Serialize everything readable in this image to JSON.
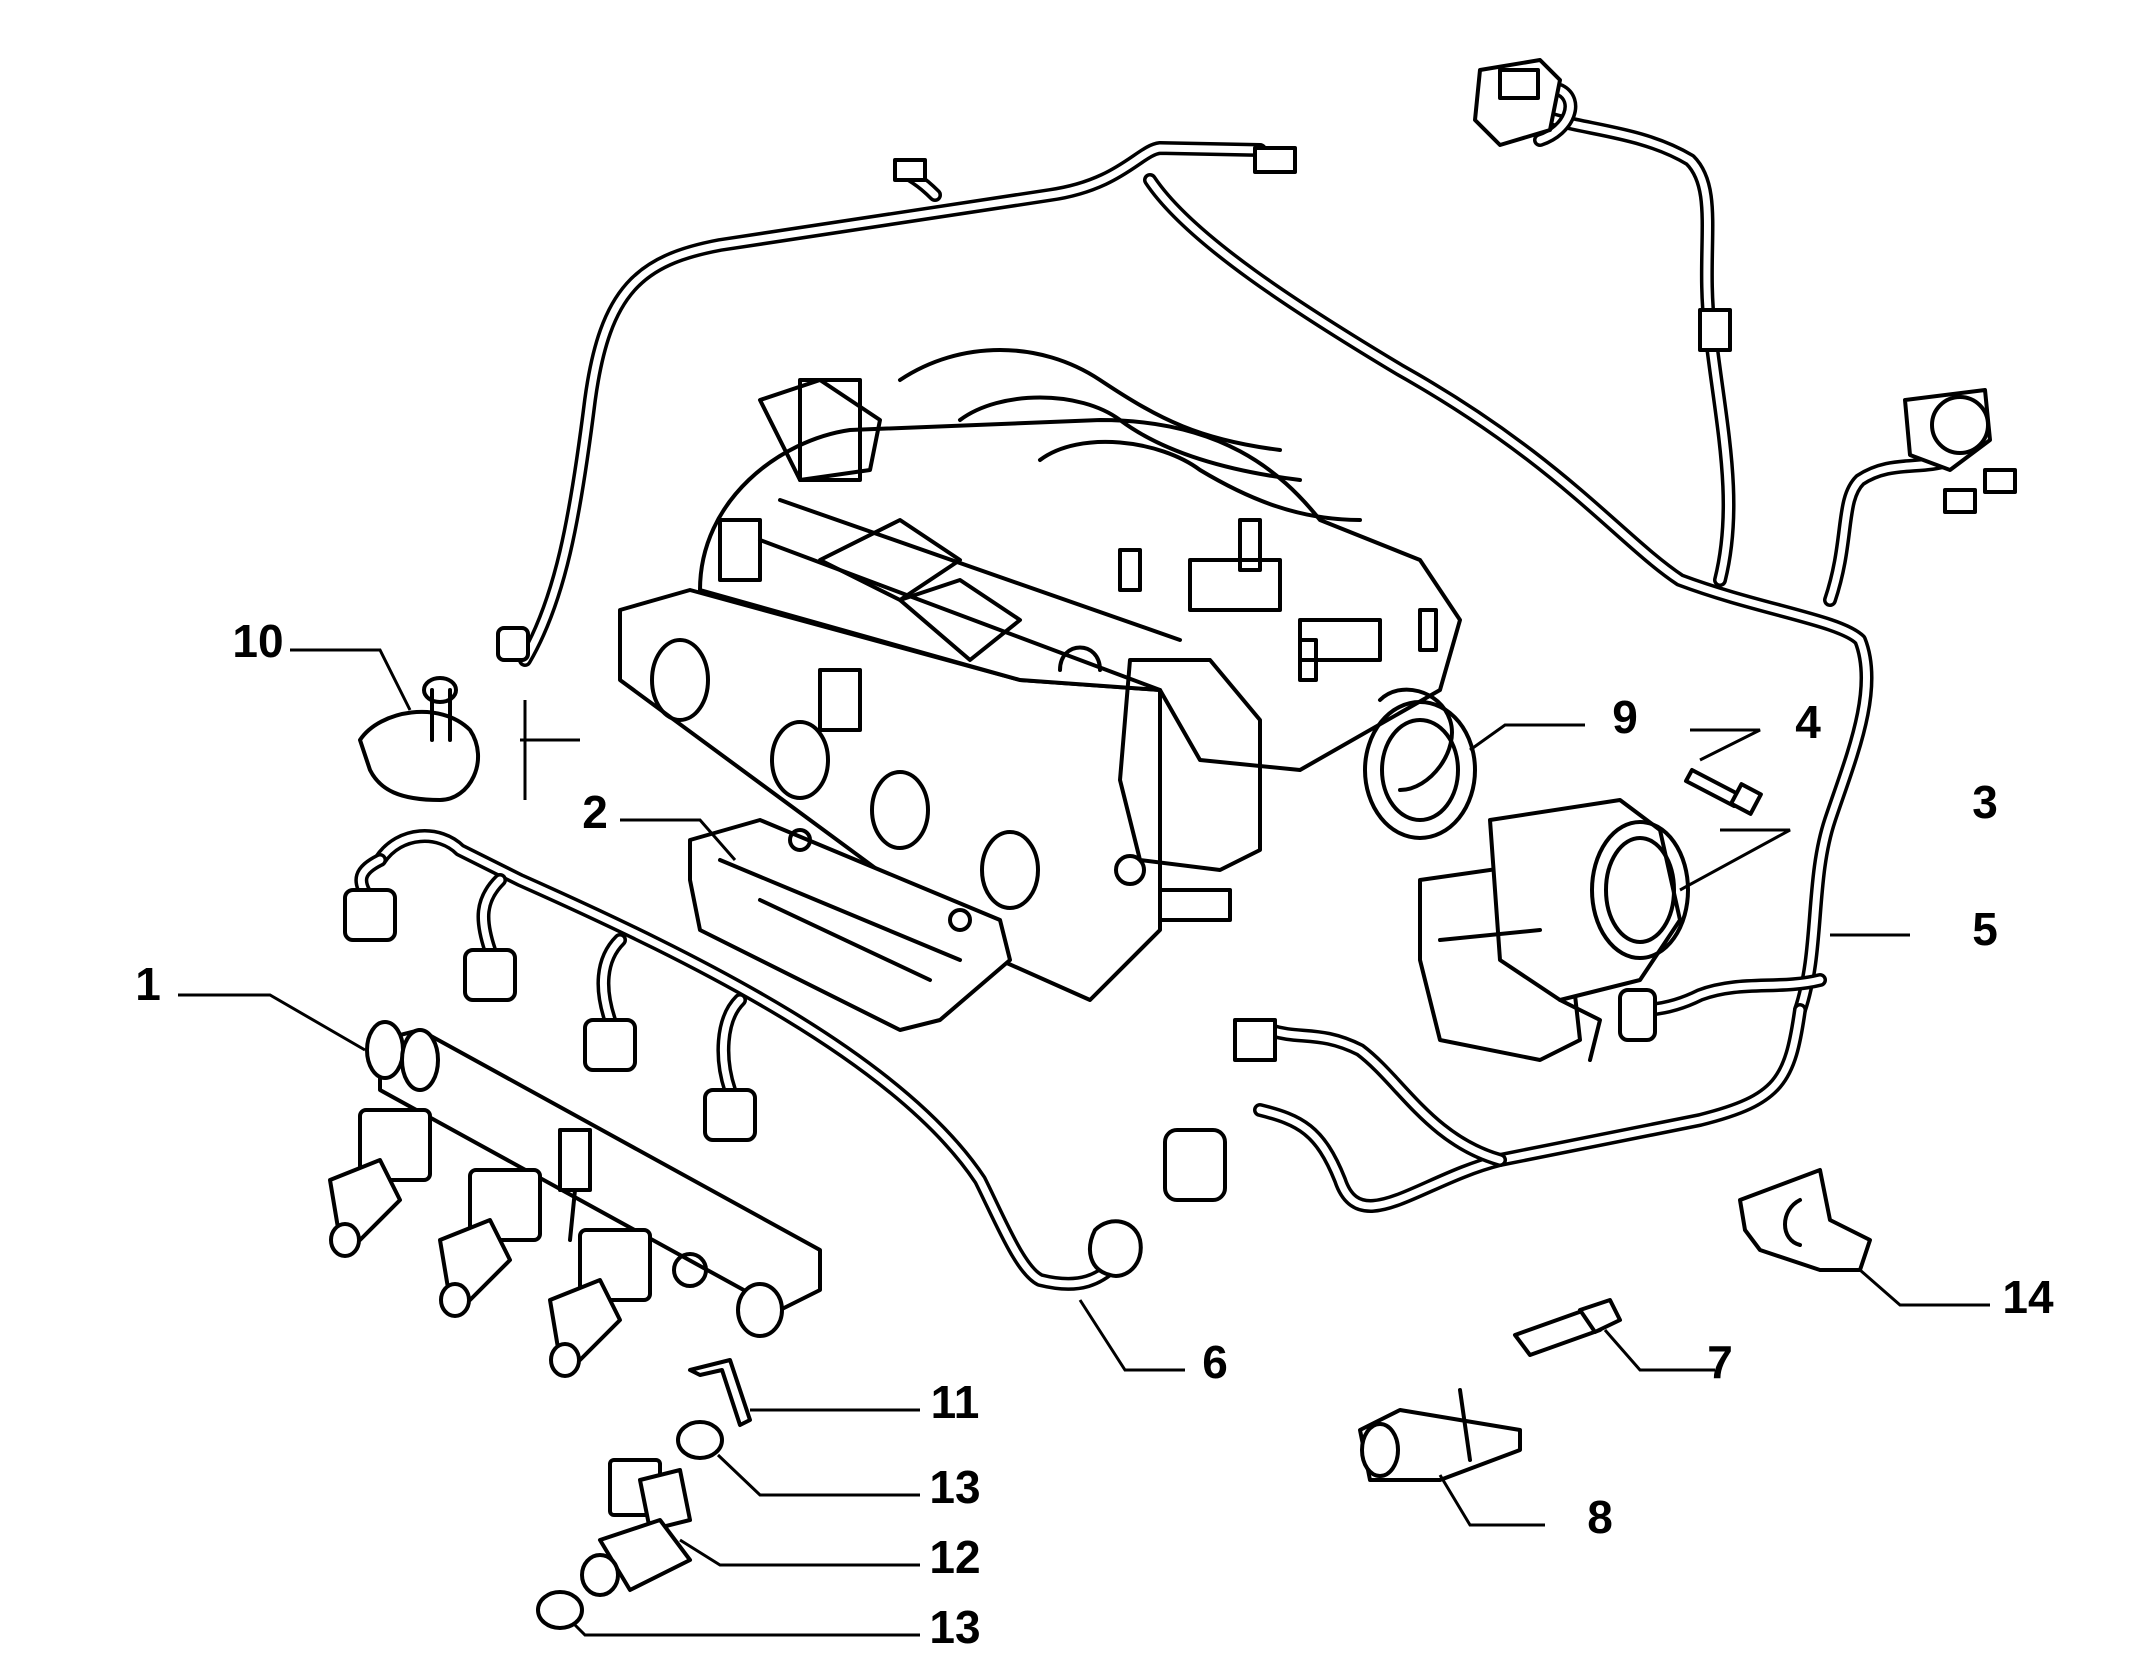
{
  "callouts": [
    {
      "id": "1",
      "label": "1"
    },
    {
      "id": "2",
      "label": "2"
    },
    {
      "id": "3",
      "label": "3"
    },
    {
      "id": "4",
      "label": "4"
    },
    {
      "id": "5",
      "label": "5"
    },
    {
      "id": "6",
      "label": "6"
    },
    {
      "id": "7",
      "label": "7"
    },
    {
      "id": "8",
      "label": "8"
    },
    {
      "id": "9",
      "label": "9"
    },
    {
      "id": "10",
      "label": "10"
    },
    {
      "id": "11",
      "label": "11"
    },
    {
      "id": "12",
      "label": "12"
    },
    {
      "id": "13a",
      "label": "13"
    },
    {
      "id": "13b",
      "label": "13"
    },
    {
      "id": "14",
      "label": "14"
    }
  ]
}
